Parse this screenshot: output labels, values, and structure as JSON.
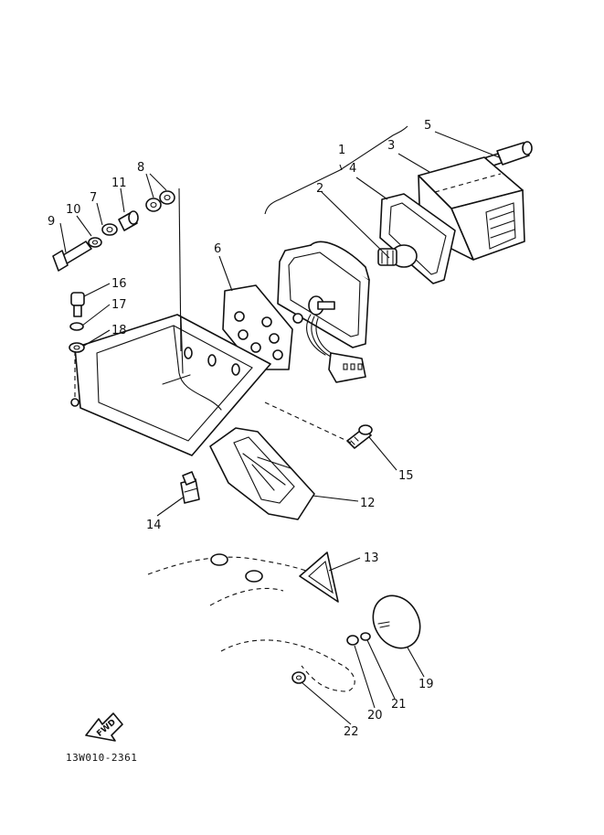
{
  "callouts": [
    "1",
    "2",
    "3",
    "4",
    "5",
    "6",
    "7",
    "8",
    "9",
    "10",
    "11",
    "12",
    "13",
    "14",
    "15",
    "16",
    "17",
    "18",
    "19",
    "20",
    "21",
    "22"
  ],
  "fwd_label": "FWD",
  "diagram_code": "13W010-2361"
}
